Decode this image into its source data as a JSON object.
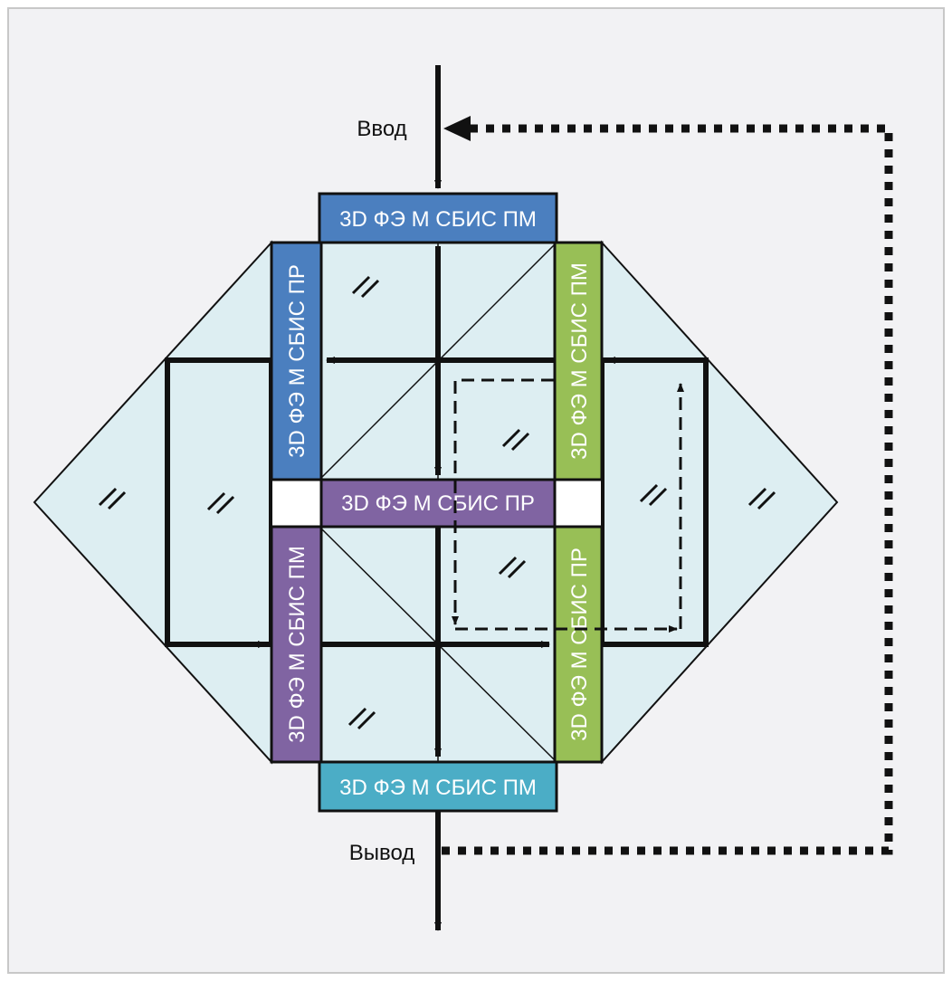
{
  "colors": {
    "background": "#f2f2f4",
    "frame": "#c8c8c8",
    "cell": "#ddeef2",
    "blue": "#4b7fbf",
    "green": "#98bf56",
    "purple": "#8064a2",
    "teal": "#4badc6",
    "line": "#111111"
  },
  "labels": {
    "input": "Ввод",
    "output": "Вывод",
    "top_block": "3D ФЭ М СБИС ПМ",
    "left_upper_block": "3D ФЭ М СБИС ПР",
    "right_upper_block": "3D ФЭ М СБИС ПМ",
    "center_block": "3D ФЭ М СБИС ПР",
    "left_lower_block": "3D ФЭ М СБИС ПМ",
    "right_lower_block": "3D ФЭ М СБИС ПР",
    "bottom_block": "3D ФЭ М СБИС ПМ"
  },
  "icons": {
    "glass_mark": "glass-reflection-icon"
  }
}
